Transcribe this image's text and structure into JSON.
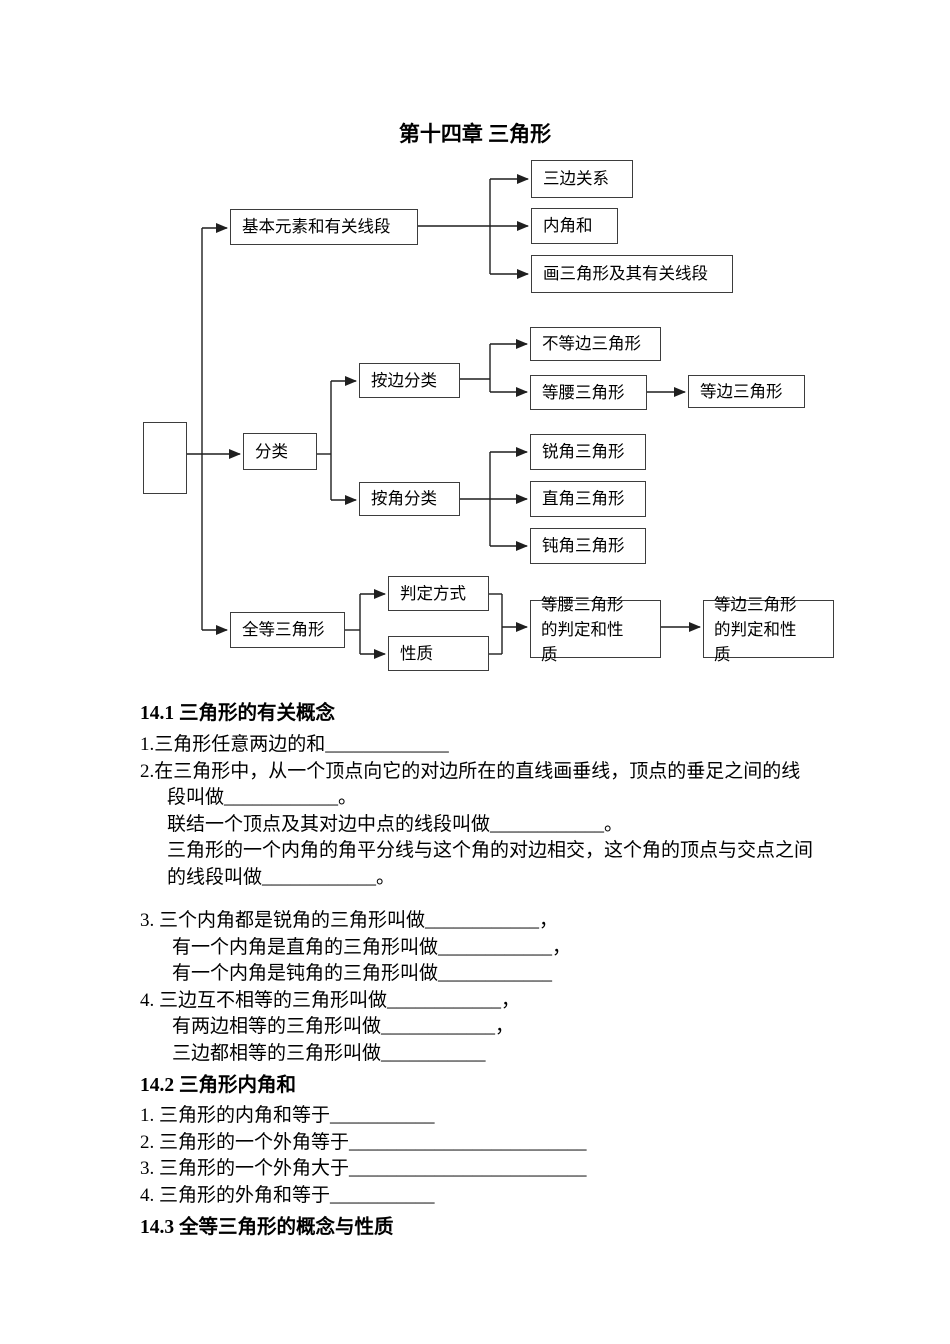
{
  "page": {
    "title": "第十四章 三角形",
    "background_color": "#ffffff",
    "text_color": "#000000",
    "box_border_color": "#3d3d3d",
    "connector_color": "#1f1f1f"
  },
  "diagram": {
    "nodes": {
      "root": "",
      "basic_elements": "基本元素和有关线段",
      "three_side_relation": "三边关系",
      "interior_angle_sum": "内角和",
      "draw_triangle": "画三角形及其有关线段",
      "classification": "分类",
      "by_side": "按边分类",
      "scalene": "不等边三角形",
      "isosceles": "等腰三角形",
      "equilateral": "等边三角形",
      "by_angle": "按角分类",
      "acute": "锐角三角形",
      "right": "直角三角形",
      "obtuse": "钝角三角形",
      "congruent": "全等三角形",
      "judgment_methods": "判定方式",
      "properties": "性质",
      "isosceles_judgment": "等腰三角形的判定和性质",
      "equilateral_judgment": "等边三角形的判定和性质"
    }
  },
  "sections": [
    {
      "heading": "14.1 三角形的有关概念",
      "lines": [
        "1.三角形任意两边的和_____________",
        "2.在三角形中，从一个顶点向它的对边所在的直线画垂线，顶点的垂足之间的线",
        "段叫做____________。",
        "联结一个顶点及其对边中点的线段叫做____________。",
        "三角形的一个内角的角平分线与这个角的对边相交，这个角的顶点与交点之间",
        "的线段叫做____________。",
        "3. 三个内角都是锐角的三角形叫做____________，",
        "有一个内角是直角的三角形叫做____________，",
        "有一个内角是钝角的三角形叫做____________",
        "4. 三边互不相等的三角形叫做____________，",
        "有两边相等的三角形叫做____________，",
        "三边都相等的三角形叫做___________"
      ]
    },
    {
      "heading": "14.2 三角形内角和",
      "lines": [
        "1. 三角形的内角和等于___________",
        "2. 三角形的一个外角等于_________________________",
        "3. 三角形的一个外角大于_________________________",
        "4. 三角形的外角和等于___________"
      ]
    },
    {
      "heading": "14.3 全等三角形的概念与性质",
      "lines": []
    }
  ]
}
